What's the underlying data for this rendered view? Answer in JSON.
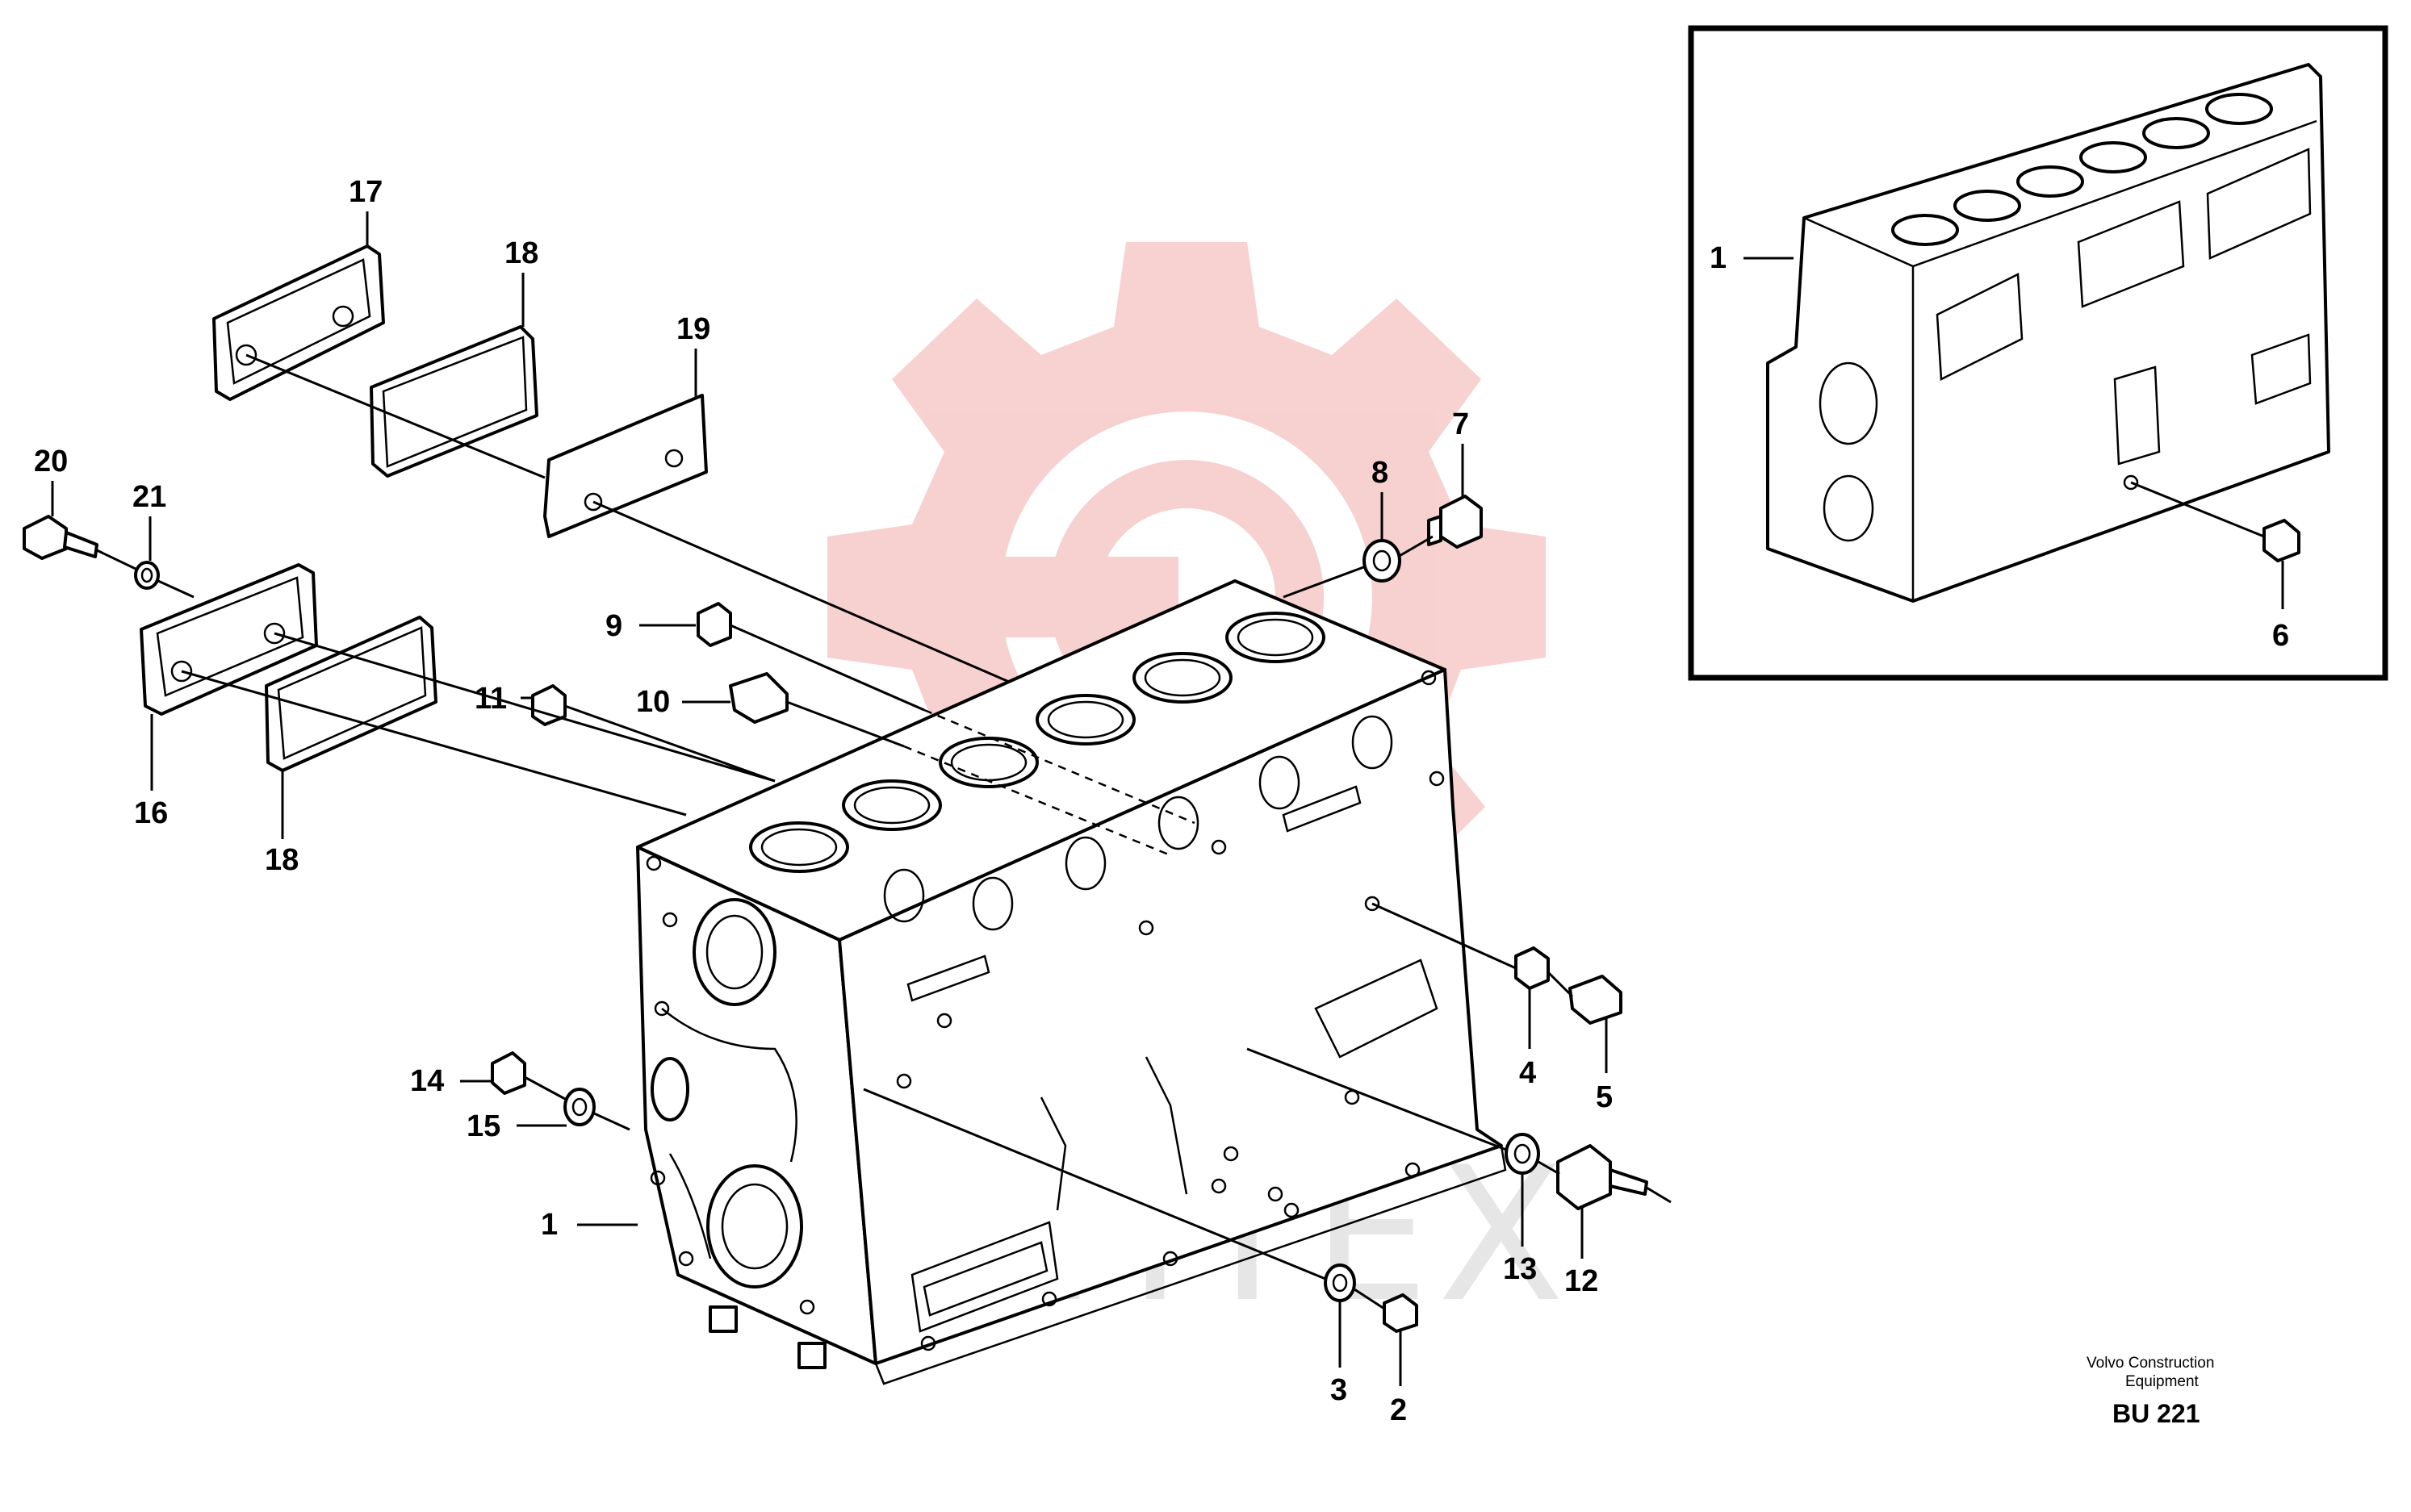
{
  "watermark": {
    "text": "ИНТЕХ",
    "gear_color": "#f6c8c8",
    "text_color": "#e6e6e6"
  },
  "callouts": {
    "c1": "1",
    "c2": "2",
    "c3": "3",
    "c4": "4",
    "c5": "5",
    "c7": "7",
    "c8": "8",
    "c9": "9",
    "c10": "10",
    "c11": "11",
    "c12": "12",
    "c13": "13",
    "c14": "14",
    "c15": "15",
    "c16": "16",
    "c17": "17",
    "c18a": "18",
    "c18b": "18",
    "c19": "19",
    "c20": "20",
    "c21": "21"
  },
  "inset": {
    "c1": "1",
    "c6": "6"
  },
  "footer": {
    "line1": "Volvo Construction",
    "line2": "Equipment",
    "code": "BU 221"
  }
}
